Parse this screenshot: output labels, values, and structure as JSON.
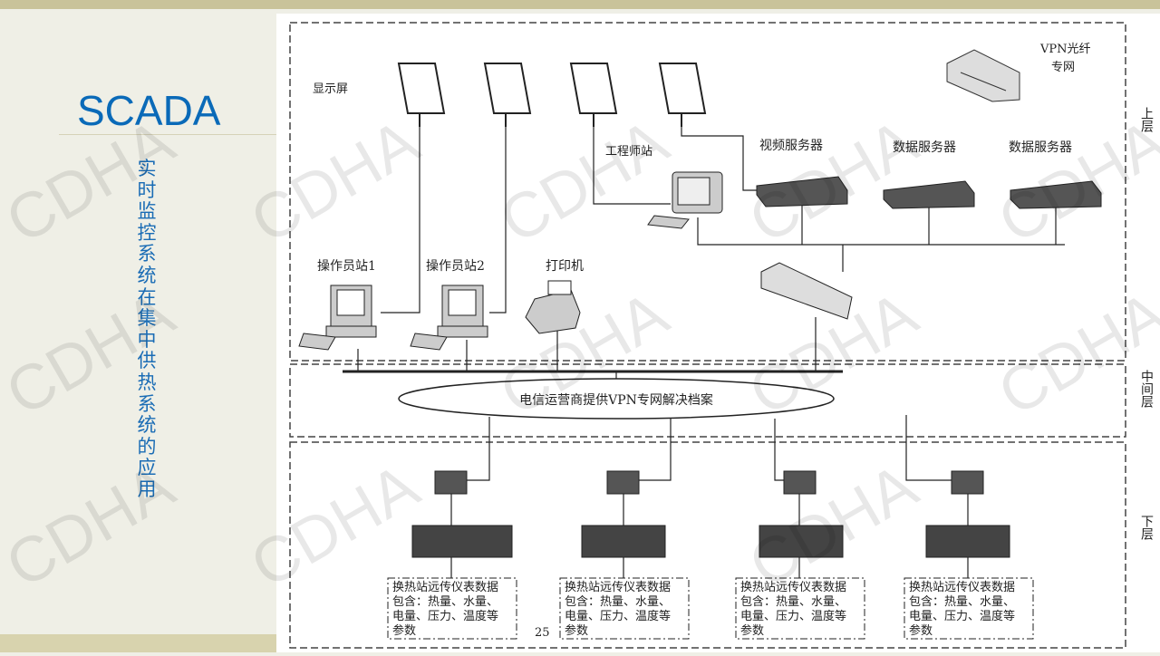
{
  "slide": {
    "title": "SCADA",
    "subtitle": "实时监控系统在集中供热系统的应用",
    "page_number": "25"
  },
  "diagram": {
    "display_label": "显示屏",
    "vpn_label_1": "VPN光纤",
    "vpn_label_2": "专网",
    "engineer_station": "工程师站",
    "video_server": "视频服务器",
    "data_server_1": "数据服务器",
    "data_server_2": "数据服务器",
    "operator_1": "操作员站1",
    "operator_2": "操作员站2",
    "printer": "打印机",
    "vpn_solution": "电信运营商提供VPN专网解决档案",
    "layers": {
      "upper": "上层",
      "middle": "中间层",
      "lower": "下层"
    },
    "station_boxes": [
      [
        "换热站远传仪表数据",
        "包含：热量、水量、",
        "电量、压力、温度等",
        "参数"
      ],
      [
        "换热站远传仪表数据",
        "包含：热量、水量、",
        "电量、压力、温度等",
        "参数"
      ],
      [
        "换热站远传仪表数据",
        "包含：热量、水量、",
        "电量、压力、温度等",
        "参数"
      ],
      [
        "换热站远传仪表数据",
        "包含：热量、水量、",
        "电量、压力、温度等",
        "参数"
      ]
    ]
  },
  "watermark": "CDHA"
}
